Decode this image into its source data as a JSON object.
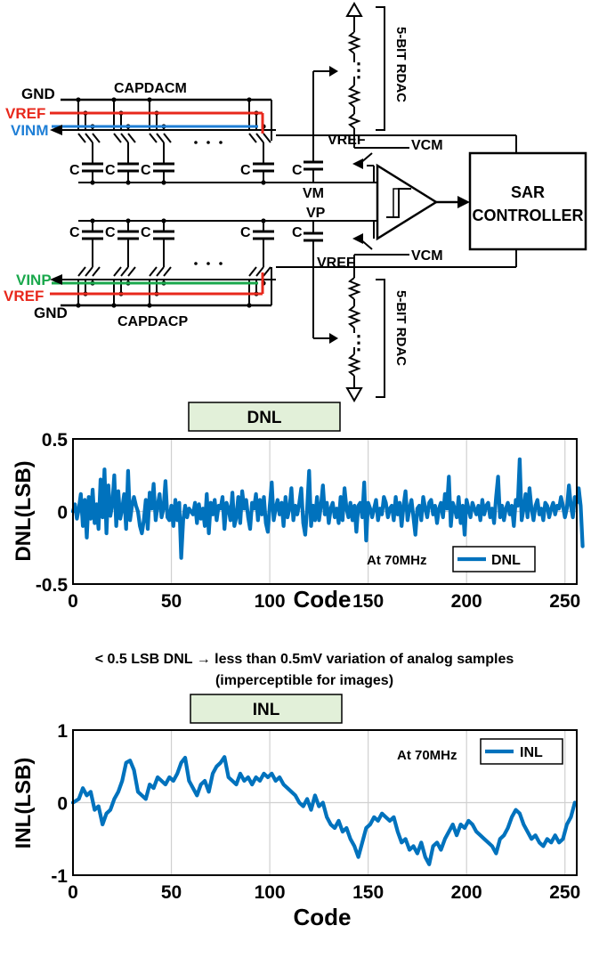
{
  "circuit": {
    "labels": {
      "gnd_top": "GND",
      "vref_top": "VREF",
      "vinm": "VINM",
      "capdacm": "CAPDACM",
      "vinp": "VINP",
      "vref_bottom": "VREF",
      "gnd_bottom": "GND",
      "capdacp": "CAPDACP",
      "c": "C",
      "rdac_top": "5-BIT RDAC",
      "rdac_bottom": "5-BIT RDAC",
      "vref_switch_top": "VREF",
      "vcm_top": "VCM",
      "vm": "VM",
      "vp": "VP",
      "vref_switch_bottom": "VREF",
      "vcm_bottom": "VCM",
      "sar_line1": "SAR",
      "sar_line2": "CONTROLLER",
      "dots": "⋮"
    },
    "colors": {
      "vref": "#e8281c",
      "vinm": "#1f7fd6",
      "vinp": "#1aa84c",
      "wire": "#000000"
    }
  },
  "caption": {
    "line1": "< 0.5 LSB DNL → less than 0.5mV variation of analog samples",
    "line2": "(imperceptible for images)"
  },
  "chart_data": [
    {
      "type": "line",
      "title": "DNL",
      "xlabel": "Code",
      "ylabel": "DNL(LSB)",
      "xlim": [
        0,
        256
      ],
      "ylim": [
        -0.5,
        0.5
      ],
      "xticks": [
        0,
        50,
        100,
        150,
        200,
        250
      ],
      "yticks": [
        "0.5",
        "0",
        "-0.5"
      ],
      "grid": true,
      "legend": "bottom-right",
      "annotation": "At 70MHz",
      "series": [
        {
          "name": "DNL",
          "color": "#0072BD",
          "values": [
            0,
            0.05,
            -0.05,
            0.02,
            0.12,
            -0.1,
            0.08,
            -0.18,
            0.1,
            -0.05,
            0.15,
            -0.08,
            0.05,
            -0.12,
            0.22,
            -0.04,
            0.29,
            -0.15,
            0.18,
            -0.03,
            0.05,
            0.25,
            -0.1,
            0.14,
            -0.05,
            0.02,
            0.12,
            -0.12,
            0.28,
            -0.06,
            0.04,
            0.1,
            0.04,
            0,
            -0.1,
            -0.15,
            -0.06,
            0.08,
            -0.12,
            0.13,
            0.02,
            0.19,
            -0.06,
            0.04,
            0.12,
            -0.04,
            0.02,
            0.21,
            -0.04,
            -0.06,
            0.04,
            -0.1,
            0.08,
            -0.06,
            0.06,
            -0.32,
            -0.06,
            0.04,
            -0.04,
            0.02,
            0,
            -0.02,
            0.06,
            -0.08,
            0.05,
            -0.05,
            0.02,
            -0.1,
            0.12,
            -0.15,
            0.06,
            -0.02,
            0.08,
            -0.06,
            0.04,
            0.02,
            0.1,
            -0.12,
            0.06,
            0.02,
            -0.06,
            0.13,
            -0.1,
            -0.04,
            0.1,
            -0.08,
            0.14,
            0.02,
            0.08,
            -0.04,
            -0.12,
            0.06,
            0.02,
            0.12,
            -0.06,
            0.08,
            -0.02,
            0.1,
            -0.08,
            -0.14,
            0.04,
            0.2,
            -0.06,
            0.02,
            0.08,
            -0.02,
            0.06,
            -0.1,
            0.1,
            -0.04,
            0.02,
            0.16,
            -0.06,
            0.04,
            -0.02,
            0.06,
            0.16,
            -0.08,
            -0.16,
            0.02,
            0.28,
            -0.1,
            0.04,
            -0.06,
            0.1,
            -0.06,
            0.04,
            0.18,
            -0.02,
            0.06,
            -0.08,
            0.02,
            0.06,
            -0.04,
            0.02,
            -0.08,
            0.1,
            -0.06,
            0.16,
            0.02,
            -0.04,
            0.06,
            -0.06,
            0.04,
            -0.14,
            0.04,
            0.06,
            -0.04,
            0.2,
            -0.2,
            0.06,
            0.02,
            -0.04,
            0.02,
            0.08,
            -0.06,
            0.02,
            -0.02,
            0.1,
            0.06,
            -0.04,
            0.02,
            0.04,
            -0.06,
            0.1,
            -0.02,
            0.06,
            -0.1,
            0.04,
            0.14,
            -0.06,
            0.02,
            0.08,
            -0.04,
            -0.16,
            0.02,
            0.04,
            -0.06,
            0.1,
            0.02,
            -0.04,
            0.06,
            0.08,
            -0.02,
            0.04,
            -0.08,
            0.02,
            0.06,
            -0.04,
            0.12,
            0.02,
            0.24,
            -0.1,
            0.06,
            0.02,
            -0.04,
            0.1,
            -0.08,
            0.04,
            -0.16,
            0.08,
            0.02,
            -0.04,
            0.06,
            0.02,
            -0.02,
            0.04,
            -0.06,
            0.08,
            -0.02,
            0.04,
            0.06,
            -0.04,
            0.02,
            -0.08,
            0.1,
            0.24,
            -0.04,
            0.04,
            -0.06,
            0.02,
            0.06,
            -0.02,
            0.04,
            -0.1,
            0.08,
            0.04,
            0.36,
            -0.06,
            0.02,
            0.12,
            -0.04,
            0.16,
            0.02,
            -0.06,
            0.04,
            0.08,
            -0.02,
            0.02,
            -0.06,
            0.06,
            0.04,
            -0.04,
            0.02,
            0.06,
            -0.02,
            0.04,
            0.02,
            0.1,
            0.04,
            -0.04,
            0.02,
            0.18,
            0.04,
            -0.04,
            0.1,
            0.06,
            0.16,
            0.04,
            -0.24
          ]
        }
      ]
    },
    {
      "type": "line",
      "title": "INL",
      "xlabel": "Code",
      "ylabel": "INL(LSB)",
      "xlim": [
        0,
        256
      ],
      "ylim": [
        -1,
        1
      ],
      "xticks": [
        0,
        50,
        100,
        150,
        200,
        250
      ],
      "yticks": [
        "1",
        "0",
        "-1"
      ],
      "grid": true,
      "legend": "top-right",
      "annotation": "At 70MHz",
      "series": [
        {
          "name": "INL",
          "color": "#0072BD",
          "points": [
            [
              0,
              0
            ],
            [
              3,
              0.05
            ],
            [
              5,
              0.2
            ],
            [
              7,
              0.1
            ],
            [
              9,
              0.15
            ],
            [
              11,
              -0.1
            ],
            [
              13,
              -0.05
            ],
            [
              15,
              -0.3
            ],
            [
              17,
              -0.15
            ],
            [
              19,
              -0.1
            ],
            [
              21,
              0.05
            ],
            [
              23,
              0.15
            ],
            [
              25,
              0.3
            ],
            [
              27,
              0.55
            ],
            [
              29,
              0.58
            ],
            [
              31,
              0.45
            ],
            [
              33,
              0.15
            ],
            [
              35,
              0.1
            ],
            [
              37,
              0.05
            ],
            [
              39,
              0.25
            ],
            [
              41,
              0.2
            ],
            [
              43,
              0.35
            ],
            [
              45,
              0.3
            ],
            [
              47,
              0.25
            ],
            [
              49,
              0.35
            ],
            [
              51,
              0.3
            ],
            [
              53,
              0.4
            ],
            [
              55,
              0.55
            ],
            [
              57,
              0.62
            ],
            [
              59,
              0.3
            ],
            [
              61,
              0.2
            ],
            [
              63,
              0.1
            ],
            [
              65,
              0.25
            ],
            [
              67,
              0.3
            ],
            [
              69,
              0.15
            ],
            [
              71,
              0.4
            ],
            [
              73,
              0.5
            ],
            [
              75,
              0.55
            ],
            [
              77,
              0.63
            ],
            [
              79,
              0.35
            ],
            [
              81,
              0.3
            ],
            [
              83,
              0.25
            ],
            [
              85,
              0.4
            ],
            [
              87,
              0.3
            ],
            [
              89,
              0.35
            ],
            [
              91,
              0.25
            ],
            [
              93,
              0.35
            ],
            [
              95,
              0.3
            ],
            [
              97,
              0.4
            ],
            [
              99,
              0.35
            ],
            [
              101,
              0.4
            ],
            [
              103,
              0.3
            ],
            [
              105,
              0.35
            ],
            [
              107,
              0.25
            ],
            [
              109,
              0.2
            ],
            [
              111,
              0.15
            ],
            [
              113,
              0.1
            ],
            [
              115,
              0
            ],
            [
              117,
              -0.05
            ],
            [
              119,
              0.05
            ],
            [
              121,
              -0.1
            ],
            [
              123,
              0.1
            ],
            [
              125,
              -0.05
            ],
            [
              127,
              0
            ],
            [
              129,
              -0.2
            ],
            [
              131,
              -0.3
            ],
            [
              133,
              -0.35
            ],
            [
              135,
              -0.25
            ],
            [
              137,
              -0.4
            ],
            [
              139,
              -0.35
            ],
            [
              141,
              -0.5
            ],
            [
              143,
              -0.6
            ],
            [
              145,
              -0.75
            ],
            [
              147,
              -0.55
            ],
            [
              149,
              -0.35
            ],
            [
              151,
              -0.3
            ],
            [
              153,
              -0.2
            ],
            [
              155,
              -0.25
            ],
            [
              157,
              -0.15
            ],
            [
              159,
              -0.2
            ],
            [
              161,
              -0.25
            ],
            [
              163,
              -0.2
            ],
            [
              165,
              -0.4
            ],
            [
              167,
              -0.55
            ],
            [
              169,
              -0.5
            ],
            [
              171,
              -0.65
            ],
            [
              173,
              -0.6
            ],
            [
              175,
              -0.7
            ],
            [
              177,
              -0.55
            ],
            [
              179,
              -0.75
            ],
            [
              181,
              -0.85
            ],
            [
              183,
              -0.6
            ],
            [
              185,
              -0.55
            ],
            [
              187,
              -0.65
            ],
            [
              189,
              -0.5
            ],
            [
              191,
              -0.4
            ],
            [
              193,
              -0.3
            ],
            [
              195,
              -0.45
            ],
            [
              197,
              -0.3
            ],
            [
              199,
              -0.35
            ],
            [
              201,
              -0.25
            ],
            [
              203,
              -0.3
            ],
            [
              205,
              -0.4
            ],
            [
              207,
              -0.45
            ],
            [
              209,
              -0.5
            ],
            [
              211,
              -0.55
            ],
            [
              213,
              -0.6
            ],
            [
              215,
              -0.7
            ],
            [
              217,
              -0.5
            ],
            [
              219,
              -0.45
            ],
            [
              221,
              -0.35
            ],
            [
              223,
              -0.2
            ],
            [
              225,
              -0.1
            ],
            [
              227,
              -0.15
            ],
            [
              229,
              -0.3
            ],
            [
              231,
              -0.4
            ],
            [
              233,
              -0.5
            ],
            [
              235,
              -0.45
            ],
            [
              237,
              -0.55
            ],
            [
              239,
              -0.6
            ],
            [
              241,
              -0.5
            ],
            [
              243,
              -0.55
            ],
            [
              245,
              -0.45
            ],
            [
              247,
              -0.55
            ],
            [
              249,
              -0.5
            ],
            [
              251,
              -0.3
            ],
            [
              253,
              -0.2
            ],
            [
              255,
              0
            ]
          ]
        }
      ]
    }
  ]
}
